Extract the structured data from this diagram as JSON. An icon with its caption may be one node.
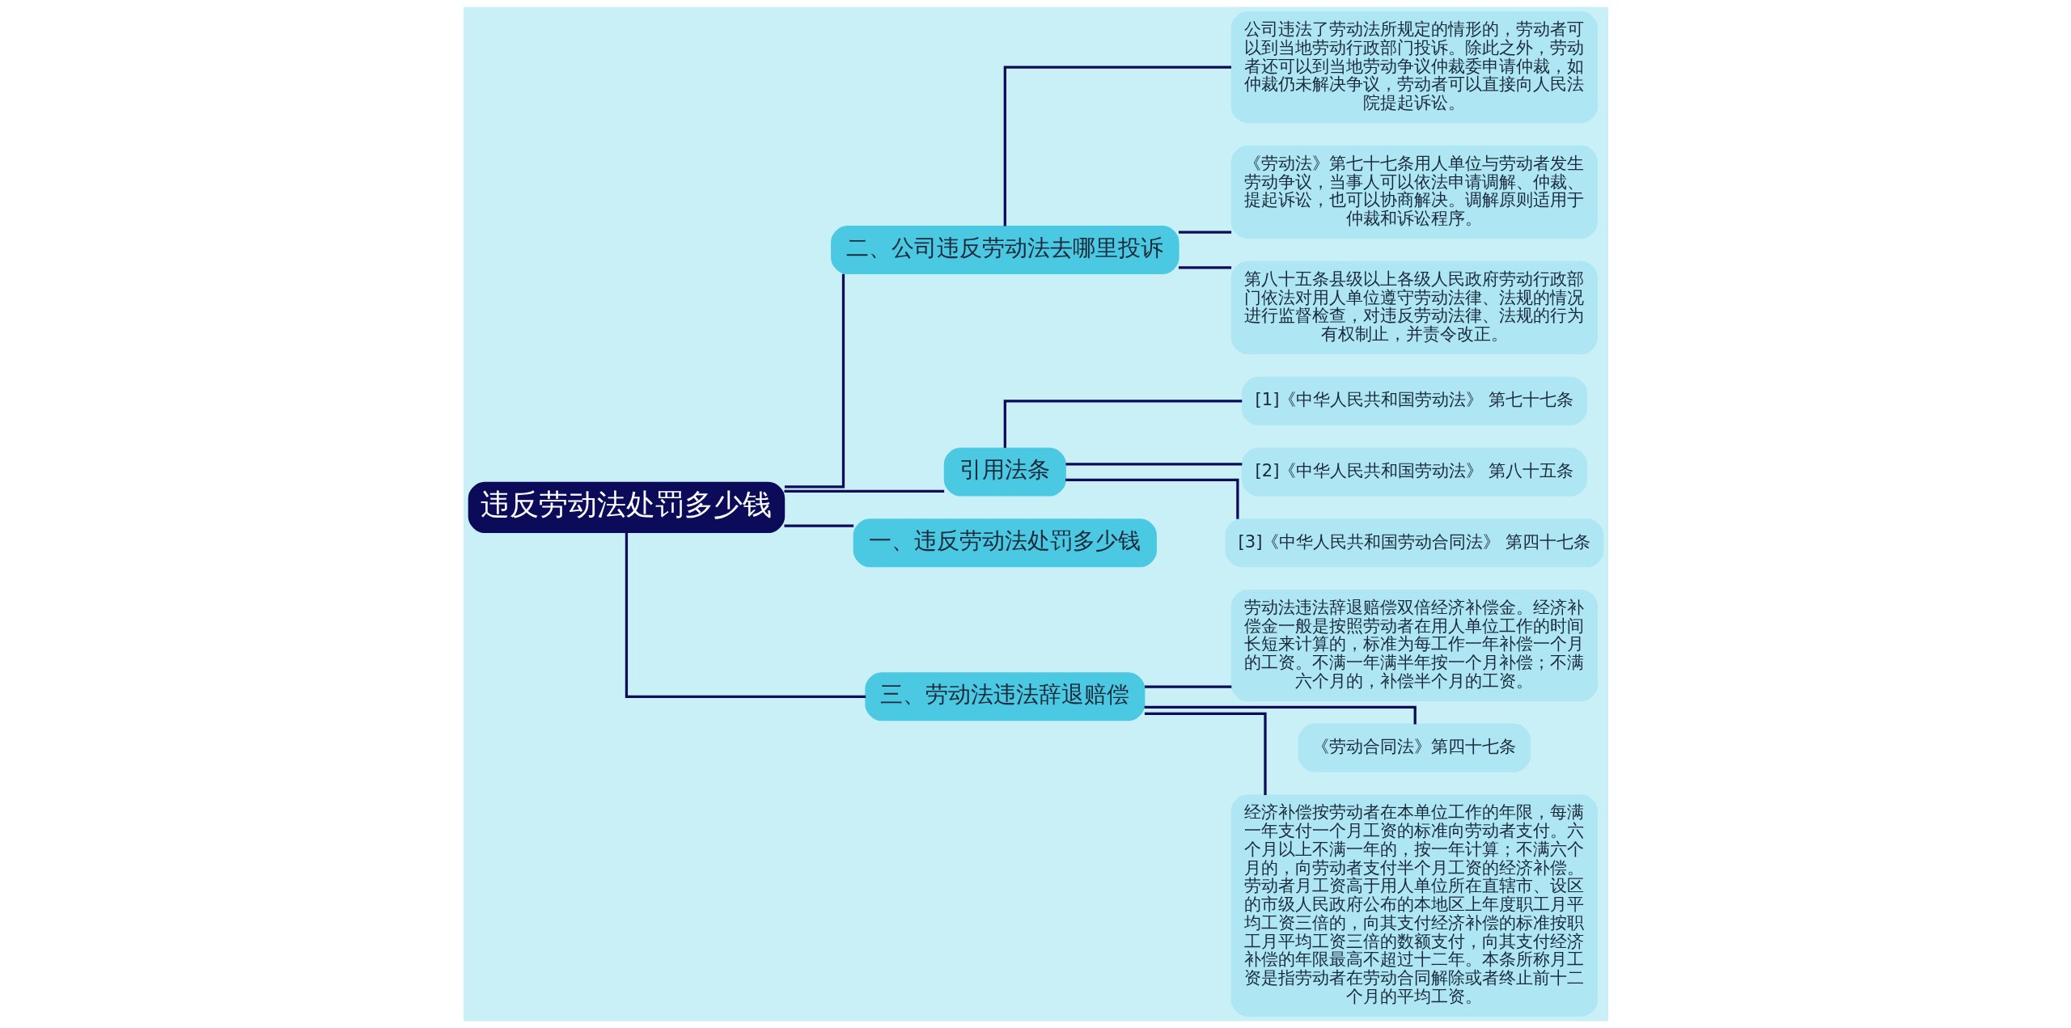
{
  "diagram": {
    "nodes": [
      {
        "text": [
          "违反劳动法处罚多少钱"
        ]
      },
      {
        "text": [
          "二、公司违反劳动法去哪里投诉"
        ]
      },
      {
        "text": [
          "公司违法了劳动法所规定的情形的，劳动者可以到当地劳动行政部门投诉。除此之外，劳动者还可以到当地劳动争议仲裁委申请仲裁，如仲裁仍未解决争议，劳动者可以直接向人民法院提起诉讼。"
        ]
      },
      {
        "text": [
          "《劳动法》第七十七条用人单位与劳动者发生劳动争议，当事人可以依法申请调解、仲裁、提起诉讼，也可以协商解决。调解原则适用于仲裁和诉讼程序。"
        ]
      },
      {
        "text": [
          "第八十五条县级以上各级人民政府劳动行政部门依法对用人单位遵守劳动法律、法规的情况进行监督检查，对违反劳动法律、法规的行为有权制止，并责令改正。"
        ]
      },
      {
        "text": [
          "引用法条"
        ]
      },
      {
        "text": [
          "[1]《中华人民共和国劳动法》 第七十七条"
        ]
      },
      {
        "text": [
          "[2]《中华人民共和国劳动法》 第八十五条"
        ]
      },
      {
        "text": [
          "[3]《中华人民共和国劳动合同法》 第四十七条"
        ]
      },
      {
        "text": [
          "一、违反劳动法处罚多少钱"
        ]
      },
      {
        "text": [
          "三、劳动法违法辞退赔偿"
        ]
      },
      {
        "text": [
          "劳动法违法辞退赔偿双倍经济补偿金。经济补偿金一般是按照劳动者在用人单位工作的时间长短来计算的，标准为每工作一年补偿一个月的工资。不满一年满半年按一个月补偿；不满六个月的，补偿半个月的工资。"
        ]
      },
      {
        "text": [
          "《劳动合同法》第四十七条"
        ]
      },
      {
        "text": [
          "经济补偿按劳动者在本单位工作的年限，每满一年支付一个月工资的标准向劳动者支付。六个月以上不满一年的，按一年计算；不满六个月的，向劳动者支付半个月工资的经济补偿。劳动者月工资高于用人单位所在直辖市、设区的市级人民政府公布的本地区上年度职工月平均工资三倍的，向其支付经济补偿的标准按职工月平均工资三倍的数额支付，向其支付经济补偿的年限最高不超过十二年。本条所称月工资是指劳动者在劳动合同解除或者终止前十二个月的平均工资。"
        ]
      }
    ],
    "edges": [
      {
        "from": 0,
        "to": 1,
        "arrow": "none"
      },
      {
        "from": 1,
        "to": 2,
        "arrow": "none"
      },
      {
        "from": 1,
        "to": 3,
        "arrow": "none"
      },
      {
        "from": 1,
        "to": 4,
        "arrow": "none"
      },
      {
        "from": 0,
        "to": 5,
        "arrow": "none"
      },
      {
        "from": 5,
        "to": 6,
        "arrow": "none"
      },
      {
        "from": 5,
        "to": 7,
        "arrow": "none"
      },
      {
        "from": 5,
        "to": 8,
        "arrow": "none"
      },
      {
        "from": 0,
        "to": 9,
        "arrow": "none"
      },
      {
        "from": 0,
        "to": 10,
        "arrow": "none"
      },
      {
        "from": 10,
        "to": 11,
        "arrow": "none"
      },
      {
        "from": 10,
        "to": 12,
        "arrow": "none"
      },
      {
        "from": 10,
        "to": 13,
        "arrow": "none"
      }
    ]
  }
}
